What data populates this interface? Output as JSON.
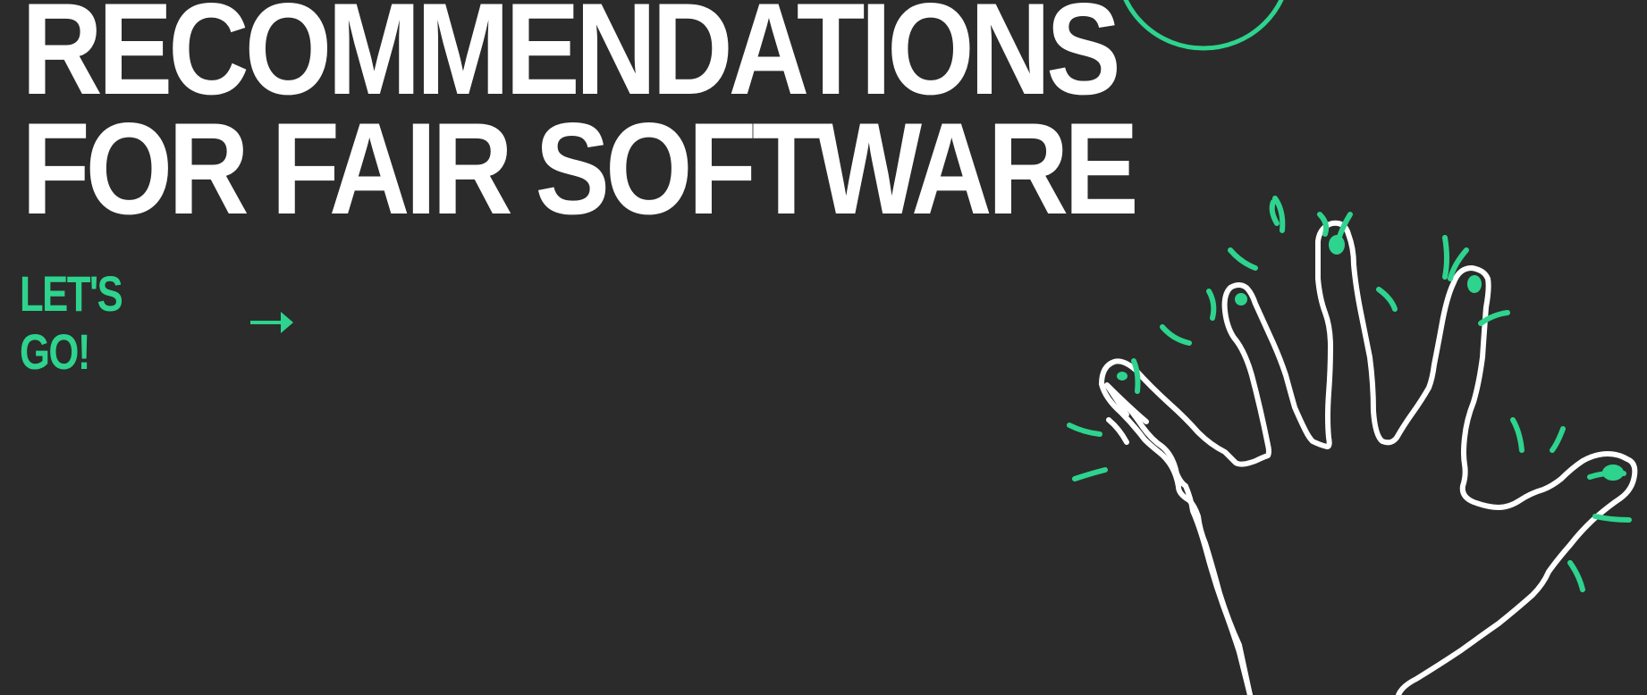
{
  "hero": {
    "headline_line1": "RECOMMENDATIONS",
    "headline_line2": "FOR FAIR SOFTWARE",
    "cta_label": "LET'S GO!"
  },
  "icons": {
    "cta_arrow": "arrow-right-icon",
    "illustration": "waving-hand-illustration",
    "decoration": "circle-outline-decoration"
  },
  "colors": {
    "background": "#2b2b2b",
    "text": "#ffffff",
    "accent": "#2ed38e"
  }
}
